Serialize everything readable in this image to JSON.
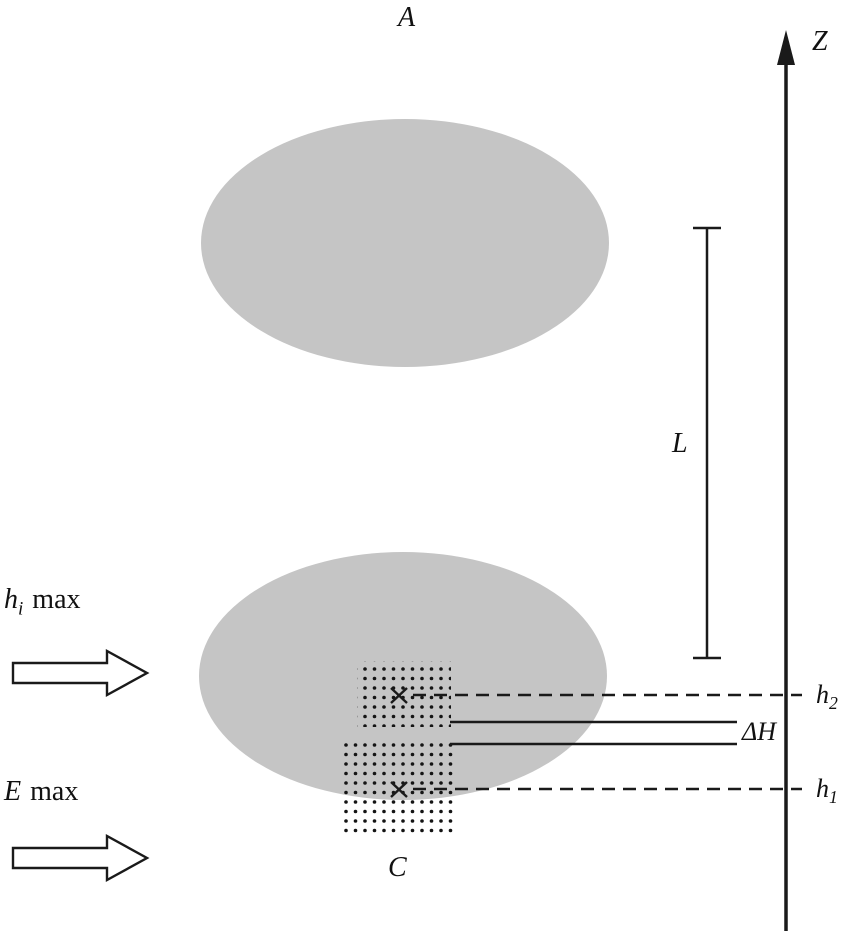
{
  "diagram": {
    "labels": {
      "point_a": "A",
      "axis_z": "Z",
      "length_l": "L",
      "delta_h": "ΔH",
      "point_c": "C",
      "h_upper": {
        "base": "h",
        "sub": "2"
      },
      "h_lower": {
        "base": "h",
        "sub": "1"
      },
      "wind_upper": {
        "base": "h",
        "sub": "i",
        "rest": "max"
      },
      "wind_lower": {
        "base": "E",
        "rest": "max"
      }
    },
    "colors": {
      "ellipse_fill": "#c5c5c5",
      "line": "#1a1a1a"
    }
  }
}
